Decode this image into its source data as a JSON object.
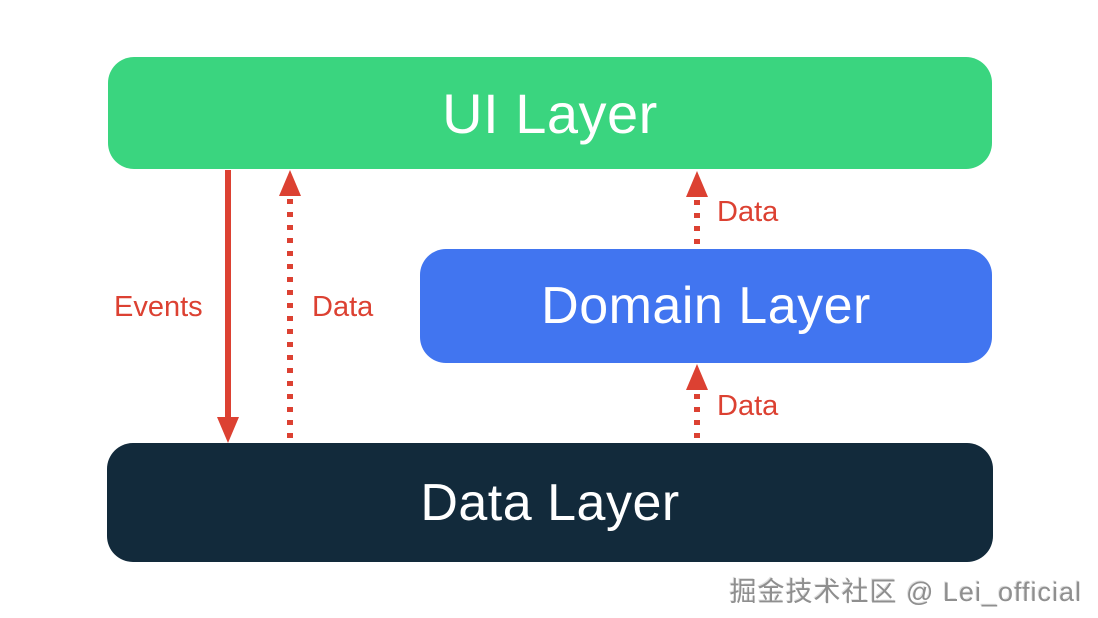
{
  "diagram": {
    "title_implied": "App architecture layers",
    "background": "#ffffff"
  },
  "boxes": [
    {
      "id": "ui-layer",
      "label": "UI Layer",
      "color": "#3ad57f",
      "text_color": "#ffffff"
    },
    {
      "id": "domain-layer",
      "label": "Domain Layer",
      "color": "#4175f0",
      "text_color": "#ffffff"
    },
    {
      "id": "data-layer",
      "label": "Data Layer",
      "color": "#122a3b",
      "text_color": "#ffffff"
    }
  ],
  "arrows": [
    {
      "id": "events-down",
      "label": "Events",
      "style": "solid",
      "direction": "down",
      "from": "UI Layer",
      "to": "Data Layer"
    },
    {
      "id": "data-up-left",
      "label": "Data",
      "style": "dotted",
      "direction": "up",
      "from": "Data Layer",
      "to": "UI Layer"
    },
    {
      "id": "data-up-domain-ui",
      "label": "Data",
      "style": "dotted",
      "direction": "up",
      "from": "Domain Layer",
      "to": "UI Layer"
    },
    {
      "id": "data-up-data-domain",
      "label": "Data",
      "style": "dotted",
      "direction": "up",
      "from": "Data Layer",
      "to": "Domain Layer"
    }
  ],
  "colors": {
    "arrow_red": "#dc4132",
    "ui_green": "#3ad57f",
    "domain_blue": "#4175f0",
    "data_navy": "#122a3b",
    "box_text": "#ffffff",
    "watermark_gray": "#8f8f8f"
  },
  "watermark": {
    "text": "掘金技术社区 @ Lei_official"
  }
}
